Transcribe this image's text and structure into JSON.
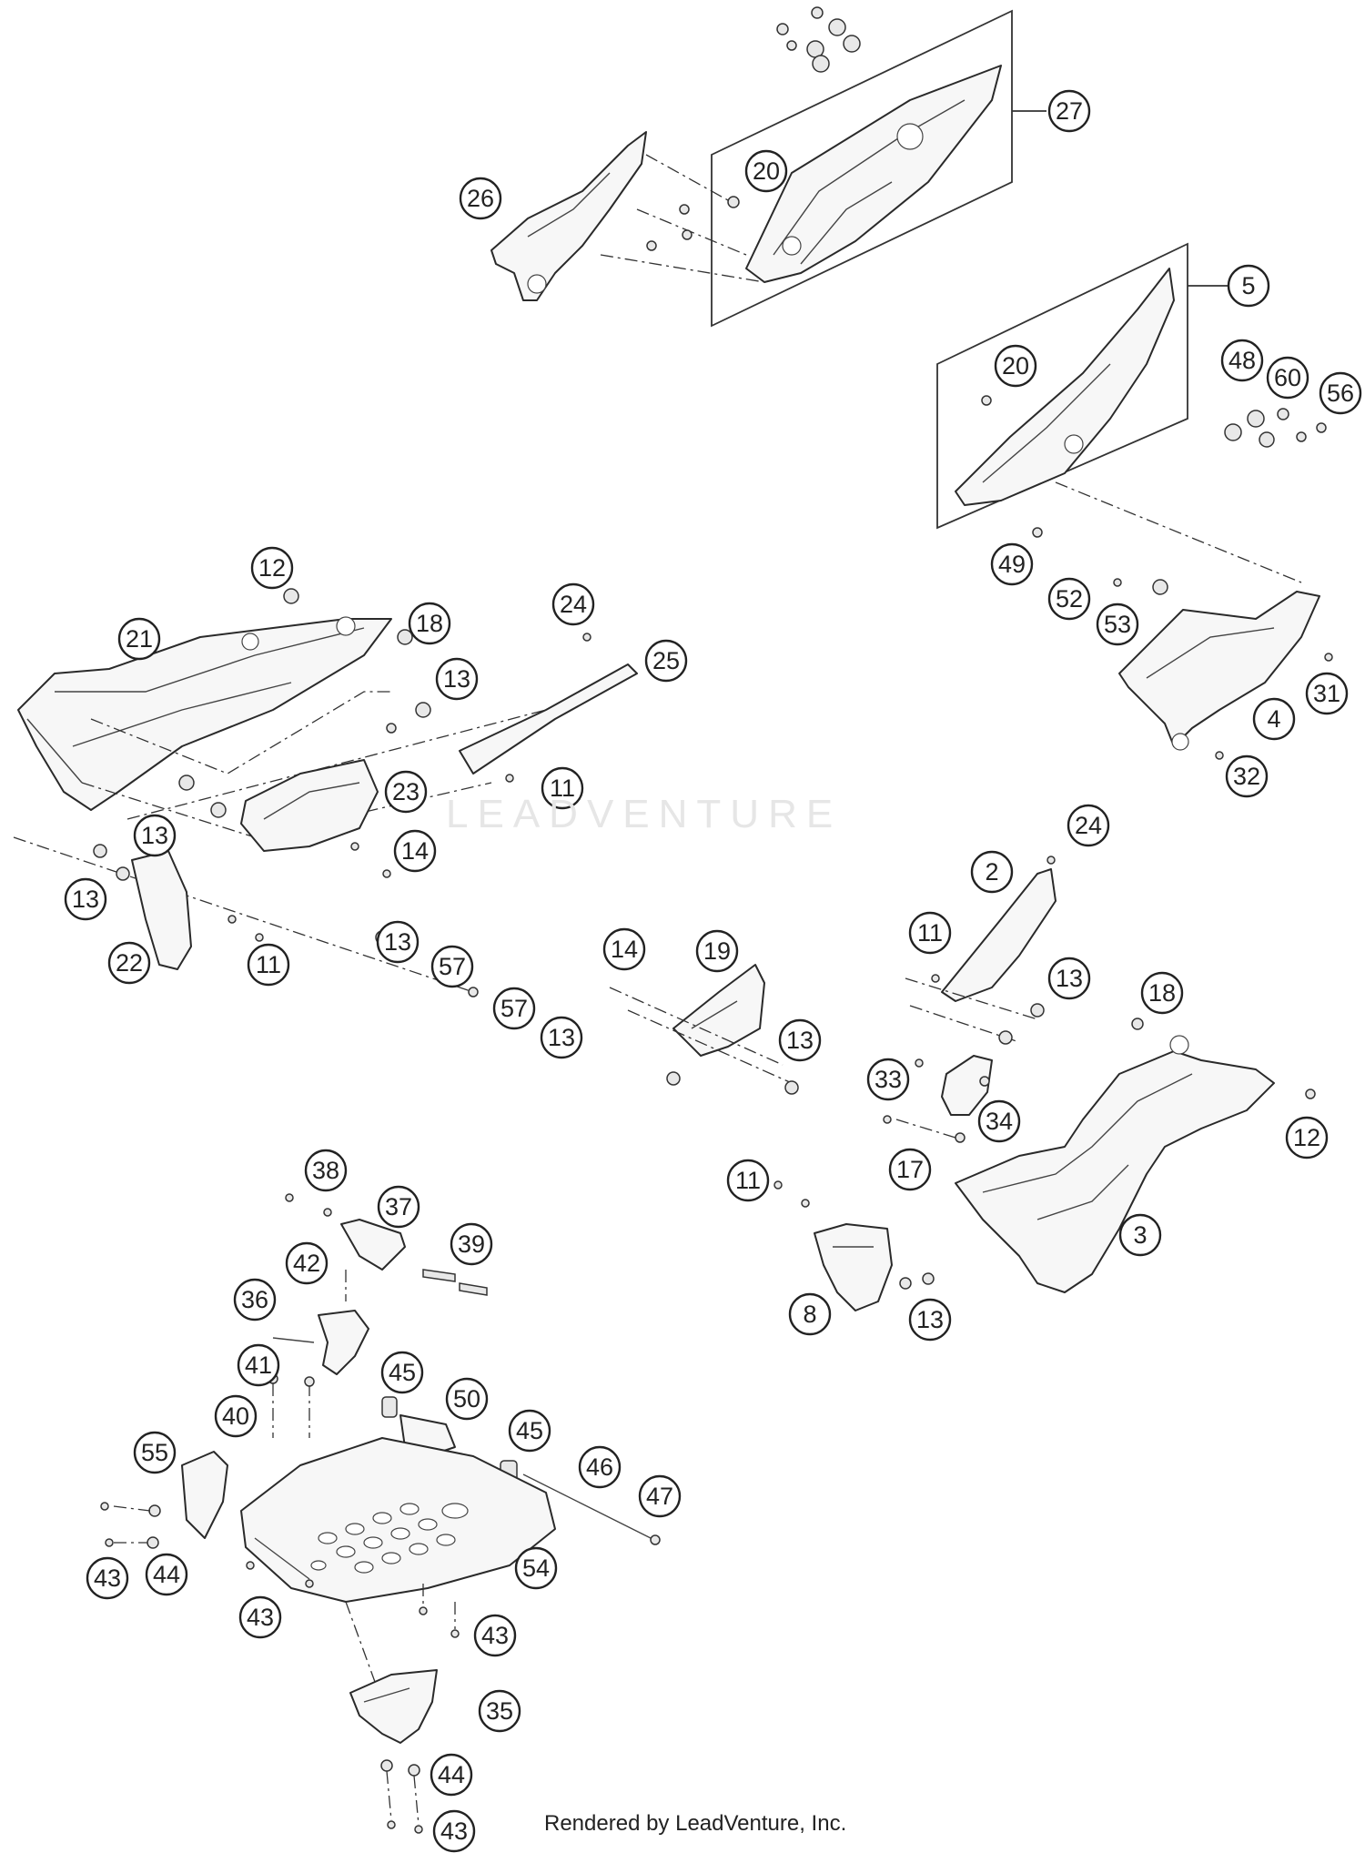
{
  "watermark": "LEADVENTURE",
  "credit": "Rendered by LeadVenture, Inc.",
  "callouts": [
    {
      "label": "27"
    },
    {
      "label": "20"
    },
    {
      "label": "26"
    },
    {
      "label": "5"
    },
    {
      "label": "20"
    },
    {
      "label": "48"
    },
    {
      "label": "60"
    },
    {
      "label": "56"
    },
    {
      "label": "49"
    },
    {
      "label": "52"
    },
    {
      "label": "53"
    },
    {
      "label": "31"
    },
    {
      "label": "4"
    },
    {
      "label": "32"
    },
    {
      "label": "12"
    },
    {
      "label": "21"
    },
    {
      "label": "18"
    },
    {
      "label": "24"
    },
    {
      "label": "25"
    },
    {
      "label": "13"
    },
    {
      "label": "11"
    },
    {
      "label": "23"
    },
    {
      "label": "13"
    },
    {
      "label": "14"
    },
    {
      "label": "13"
    },
    {
      "label": "22"
    },
    {
      "label": "11"
    },
    {
      "label": "13"
    },
    {
      "label": "57"
    },
    {
      "label": "24"
    },
    {
      "label": "2"
    },
    {
      "label": "11"
    },
    {
      "label": "13"
    },
    {
      "label": "14"
    },
    {
      "label": "19"
    },
    {
      "label": "57"
    },
    {
      "label": "13"
    },
    {
      "label": "13"
    },
    {
      "label": "18"
    },
    {
      "label": "33"
    },
    {
      "label": "34"
    },
    {
      "label": "12"
    },
    {
      "label": "17"
    },
    {
      "label": "11"
    },
    {
      "label": "3"
    },
    {
      "label": "8"
    },
    {
      "label": "13"
    },
    {
      "label": "38"
    },
    {
      "label": "37"
    },
    {
      "label": "39"
    },
    {
      "label": "42"
    },
    {
      "label": "36"
    },
    {
      "label": "41"
    },
    {
      "label": "45"
    },
    {
      "label": "40"
    },
    {
      "label": "50"
    },
    {
      "label": "45"
    },
    {
      "label": "55"
    },
    {
      "label": "46"
    },
    {
      "label": "47"
    },
    {
      "label": "43"
    },
    {
      "label": "44"
    },
    {
      "label": "54"
    },
    {
      "label": "43"
    },
    {
      "label": "43"
    },
    {
      "label": "35"
    },
    {
      "label": "44"
    },
    {
      "label": "43"
    }
  ]
}
